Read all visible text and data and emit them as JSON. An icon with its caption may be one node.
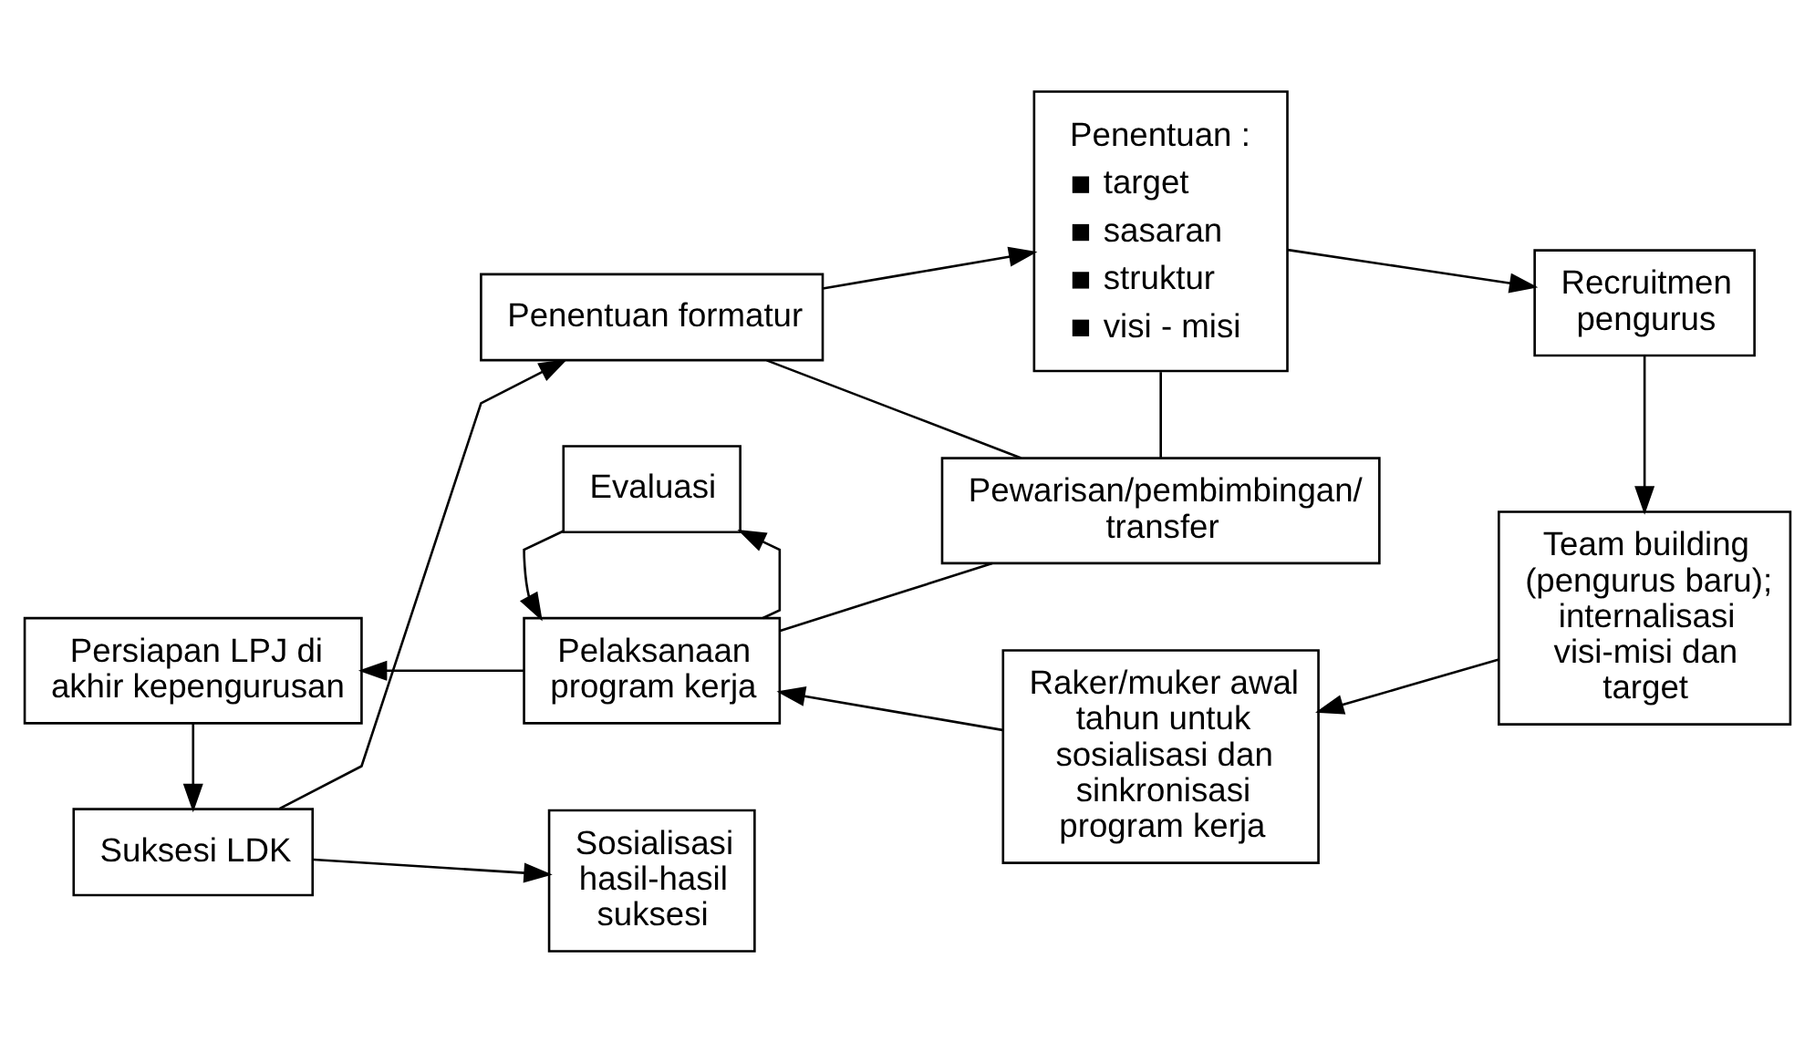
{
  "diagram": {
    "nodes": [
      {
        "text": [
          "Suksesi LDK"
        ]
      },
      {
        "text": [
          "Penentuan formatur"
        ]
      },
      {
        "text": [
          "Penentuan :",
          "target",
          "sasaran",
          "struktur",
          "visi - misi"
        ]
      },
      {
        "text": [
          "Recruitmen pengurus"
        ]
      },
      {
        "text": [
          "Sosialisasi hasil-hasil suksesi"
        ]
      },
      {
        "text": [
          "Pewarisan/pembimbingan/ transfer"
        ]
      },
      {
        "text": [
          "Pelaksanaan program kerja"
        ]
      },
      {
        "text": [
          "Raker/muker awal tahun untuk sosialisasi dan sinkronisasi program kerja"
        ]
      },
      {
        "text": [
          "Team building (pengurus baru); internalisasi visi-misi dan target"
        ]
      },
      {
        "text": [
          "Persiapan LPJ di akhir kepengurusan"
        ]
      },
      {
        "text": [
          "Evaluasi"
        ]
      }
    ],
    "edges": [
      {
        "from": 0,
        "to": 1,
        "arrow": "to"
      },
      {
        "from": 0,
        "to": 4,
        "arrow": "to"
      },
      {
        "from": 1,
        "to": 2,
        "arrow": "to"
      },
      {
        "from": 2,
        "to": 3,
        "arrow": "to"
      },
      {
        "from": 3,
        "to": 8,
        "arrow": "to"
      },
      {
        "from": 8,
        "to": 7,
        "arrow": "to"
      },
      {
        "from": 7,
        "to": 6,
        "arrow": "to"
      },
      {
        "from": 6,
        "to": 9,
        "arrow": "to"
      },
      {
        "from": 9,
        "to": 0,
        "arrow": "to"
      },
      {
        "from": 6,
        "to": 10,
        "arrow": "to"
      },
      {
        "from": 10,
        "to": 6,
        "arrow": "to"
      },
      {
        "from": 1,
        "to": 5,
        "arrow": "none"
      },
      {
        "from": 2,
        "to": 5,
        "arrow": "none"
      },
      {
        "from": 5,
        "to": 6,
        "arrow": "none"
      }
    ]
  }
}
